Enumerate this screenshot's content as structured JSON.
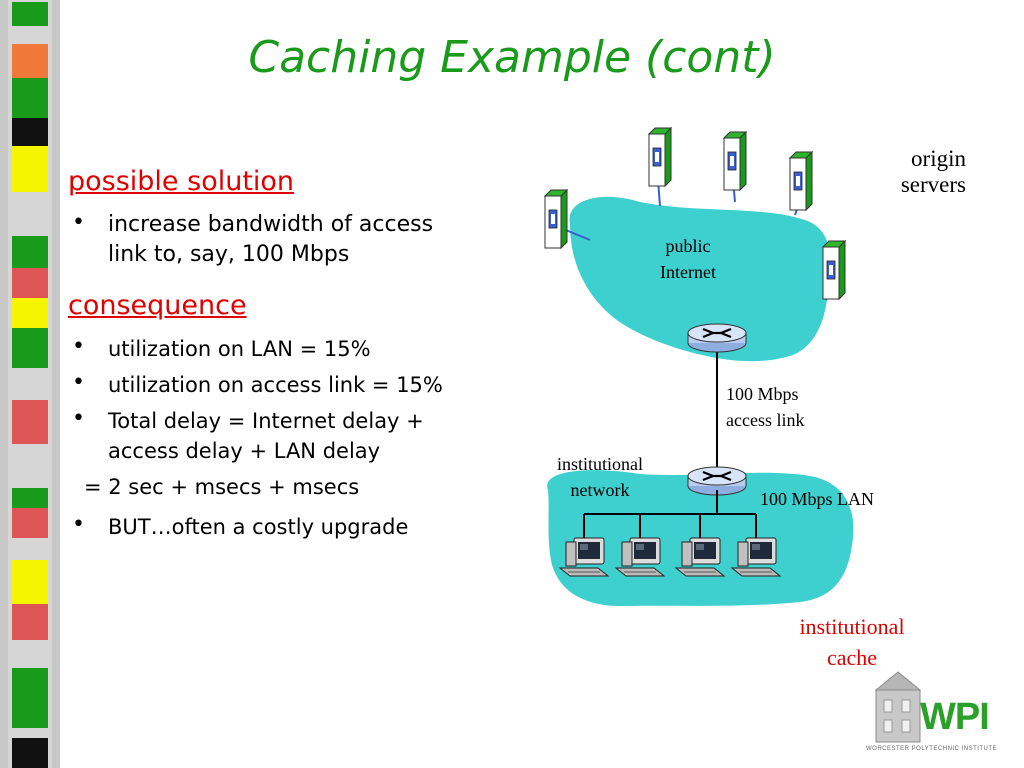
{
  "slide": {
    "title": "Caching Example (cont)"
  },
  "sections": {
    "solution_heading": "possible solution",
    "solution_bullet_line1": "increase bandwidth of access",
    "solution_bullet_line2": "link to, say, 100 Mbps",
    "consequence_heading": "consequence",
    "c1": "utilization on LAN = 15%",
    "c2": "utilization on access link = 15%",
    "c3_line1": "Total delay = Internet delay +",
    "c3_line2": "access delay + LAN delay",
    "delay_eq": "=  2 sec + msecs + msecs",
    "c4": "BUT…often a costly upgrade"
  },
  "diagram": {
    "origin_line1": "origin",
    "origin_line2": "servers",
    "public_line1": "public",
    "public_line2": "Internet",
    "access_line1": "100 Mbps",
    "access_line2": "access link",
    "inst_net_line1": "institutional",
    "inst_net_line2": "network",
    "lan_label": "100 Mbps LAN",
    "cache_line1": "institutional",
    "cache_line2": "cache"
  },
  "logo": {
    "text": "WPI",
    "subtext": "WORCESTER POLYTECHNIC INSTITUTE"
  },
  "colors": {
    "title": "#1a9a1a",
    "heading": "#e00000",
    "cloud": "#3ecfcf",
    "cache_label": "#e00000"
  }
}
